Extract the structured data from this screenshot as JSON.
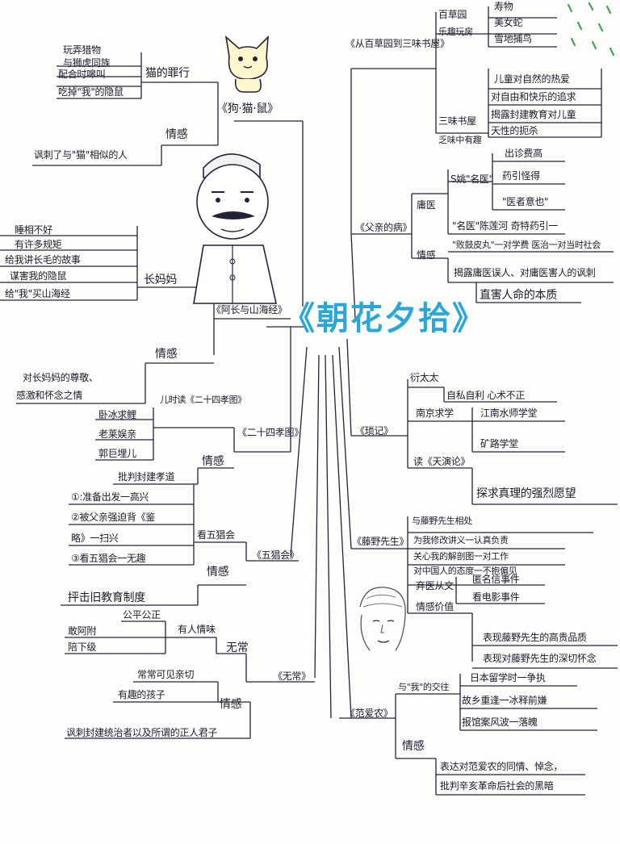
{
  "center_title": "《朝花夕拾》",
  "branches": {
    "gou_mao_shu": {
      "title": "《狗·猫·鼠》",
      "cat_crimes_label": "猫的罪行",
      "cat_crimes": [
        "玩弄猎物",
        "与狮虎同族",
        "配合时嗥叫",
        "吃掉\"我\"的隐鼠"
      ],
      "emotion_label": "情感",
      "emotion": "讽刺了与\"猫\"相似的人"
    },
    "a_chang": {
      "title": "《阿长与山海经》",
      "person_label": "长妈妈",
      "traits": [
        "睡相不好",
        "有许多规矩",
        "给我讲长毛的故事",
        "谋害我的隐鼠",
        "给\"我\"买山海经"
      ],
      "emotion_label": "情感",
      "emotion": [
        "对长妈妈的尊敬、",
        "感激和怀念之情"
      ]
    },
    "er_shi_si": {
      "title": "《二十四孝图》",
      "subtitle": "儿时读《二十四孝图》",
      "stories": [
        "卧冰求鲤",
        "老莱娱亲",
        "郭巨埋儿"
      ],
      "emotion_label": "情感",
      "emotion": "批判封建孝道"
    },
    "wu_chang_hui": {
      "title": "《五猖会》",
      "watch_label": "看五猖会",
      "steps": [
        "①:准备出发一高兴",
        "②被父亲强迫背《鉴",
        "略》一扫兴",
        "③看五猖会一无趣"
      ],
      "emotion_label": "情感",
      "emotion": "抨击旧教育制度"
    },
    "wu_chang": {
      "title": "《无常》",
      "wuchang_label": "无常",
      "personality_label": "有人情味",
      "fair_label": "公平公正",
      "fair_items": [
        "敢阿附",
        "陪下级"
      ],
      "emotion_label": "情感",
      "friendly": "常常可见亲切",
      "kids": "有趣的孩子",
      "emotion": "讽刺封建统治者以及所谓的正人君子"
    },
    "bai_cao_yuan": {
      "title": "《从百草园到三味书屋》",
      "garden_label": "百草园",
      "garden_sub": "乐趣玩房",
      "garden_items": [
        "寿物",
        "美女蛇",
        "雪地捕鸟"
      ],
      "school_label": "三味书屋",
      "school_sub": "乏味中有趣",
      "themes": [
        "儿童对自然的热爱",
        "对自由和快乐的追求",
        "揭露封建教育对儿童",
        "天性的扼杀"
      ]
    },
    "fu_qin_de_bing": {
      "title": "《父亲的病》",
      "doctor_label": "庸医",
      "ye_label": "S姚\"名医\"",
      "ye_items": [
        "出诊费高",
        "药引怪得",
        "\"医者意也\""
      ],
      "chen_item": "\"名医\"陈莲河 奇特药引一",
      "chen_sub": "\"败鼓皮丸\"一对学费 医治一对当时社会",
      "emotion_label": "情感",
      "emotion": "揭露庸医误人、对庸医害人的讽刺",
      "shock": "直害人命的本质"
    },
    "suo_ji": {
      "title": "《琐记》",
      "yan_label": "衍太太",
      "yan_item": "自私自利 心术不正",
      "school_label": "南京求学",
      "school_items": [
        "江南水师学堂",
        "矿路学堂"
      ],
      "book_label": "读《天演论》",
      "book_item": "探求真理的强烈愿望"
    },
    "teng_ye": {
      "title": "《藤野先生》",
      "qualities": [
        "与藤野先生相处",
        "为我修改讲义一认真负责",
        "关心我的解剖图一对工作",
        "对中国人的态度一不抱偏见"
      ],
      "events_label": "弃医从文",
      "events": [
        "匿名信事件",
        "看电影事件"
      ],
      "emotion_label": "情感价值",
      "emotion": [
        "表现藤野先生的高贵品质",
        "表现对藤野先生的深切怀念"
      ]
    },
    "fan_ai_nong": {
      "title": "《范爱农》",
      "meet_label": "与\"我\"的交往",
      "events": [
        "日本留学时一争执",
        "故乡重逢一冰释前嫌",
        "报馆案风波一落魄"
      ],
      "emotion_label": "情感",
      "emotion": [
        "表达对范爱农的同情、悼念，",
        "批判辛亥革命后社会的黑暗"
      ]
    }
  },
  "colors": {
    "title": "#2aa7d6",
    "ink": "#1b1b2b",
    "paper": "#fdfdfb",
    "sprout": "#3ca357"
  }
}
